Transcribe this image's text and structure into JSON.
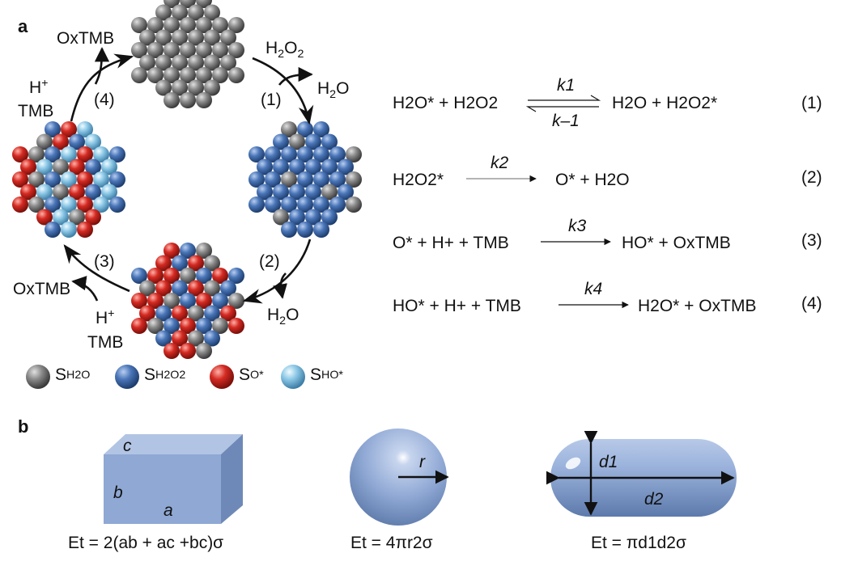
{
  "panel_a": {
    "label": "a",
    "cycle": {
      "oxtmb_top": "OxTMB",
      "h2o2": {
        "main": "H",
        "sub": "2",
        "mid": "O",
        "sub2": "2"
      },
      "h2o_top": {
        "main": "H",
        "sub": "2",
        "tail": "O"
      },
      "step1": "(1)",
      "step2": "(2)",
      "step3": "(3)",
      "step4": "(4)",
      "hplus_top": {
        "main": "H",
        "sup": "+"
      },
      "tmb_top": "TMB",
      "h2o_bottom": {
        "main": "H",
        "sub": "2",
        "tail": "O"
      },
      "oxtmb_bottom": "OxTMB",
      "hplus_bottom": {
        "main": "H",
        "sup": "+"
      },
      "tmb_bottom": "TMB"
    },
    "legend": [
      {
        "symbol": "S",
        "sub": "H2O",
        "color": "#7f7f7f"
      },
      {
        "symbol": "S",
        "sub": "H2O2",
        "color": "#4a76b8"
      },
      {
        "symbol": "S",
        "sub": "O*",
        "color": "#d42a22"
      },
      {
        "symbol": "S",
        "sub": "HO*",
        "color": "#8cc8e6"
      }
    ],
    "equations": [
      {
        "left": "H2O* + H2O2",
        "rate_fwd": "k1",
        "rate_rev": "k–1",
        "right": "H2O + H2O2*",
        "num": "(1)"
      },
      {
        "left": "H2O2*",
        "rate": "k2",
        "right": "O* + H2O",
        "num": "(2)"
      },
      {
        "left": "O* + H+ + TMB",
        "rate": "k3",
        "right": "HO* + OxTMB",
        "num": "(3)"
      },
      {
        "left": "HO* + H+ + TMB",
        "rate": "k4",
        "right": "H2O* + OxTMB",
        "num": "(4)"
      }
    ]
  },
  "panel_b": {
    "label": "b",
    "cube": {
      "edge_a": "a",
      "edge_b": "b",
      "edge_c": "c",
      "formula": "Et = 2(ab + ac +bc)σ"
    },
    "sphere": {
      "radius": "r",
      "formula": "Et = 4πr2σ"
    },
    "capsule": {
      "d1": "d1",
      "d2": "d2",
      "formula": "Et = πd1d2σ"
    }
  },
  "colors": {
    "gray": "#7f7f7f",
    "blue": "#4a76b8",
    "red": "#d42a22",
    "lightblue": "#8cc8e6",
    "shape": "#8fa8d4"
  }
}
